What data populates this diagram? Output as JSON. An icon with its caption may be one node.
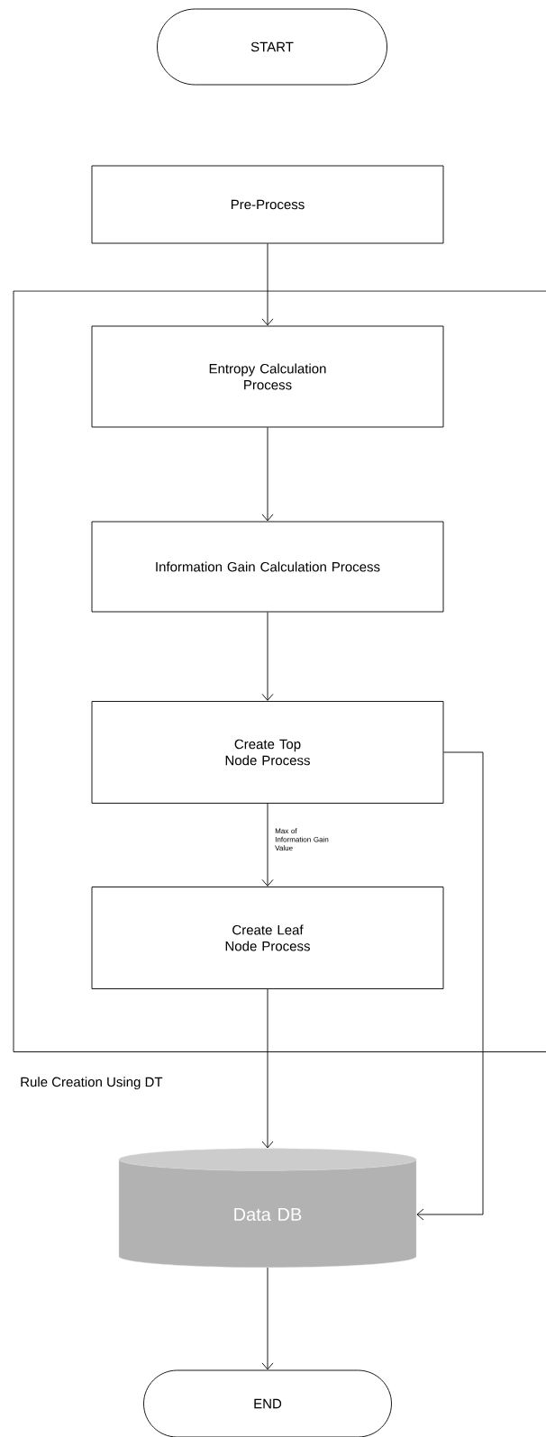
{
  "diagram": {
    "nodes": [
      {
        "text": [
          "START"
        ]
      },
      {
        "text": [
          "Pre-Process"
        ]
      },
      {
        "text": [
          "Rule Creation Using DT"
        ]
      },
      {
        "text": [
          "Entropy Calculation Process"
        ],
        "in": 2
      },
      {
        "text": [
          "Information Gain Calculation Process"
        ],
        "in": 2
      },
      {
        "text": [
          "Create Top Node Process"
        ],
        "in": 2
      },
      {
        "text": [
          "Create Leaf Node Process"
        ],
        "in": 2
      },
      {
        "text": [
          "Data DB"
        ]
      },
      {
        "text": [
          "END"
        ]
      }
    ],
    "edges": [
      {
        "from": 1,
        "to": 3,
        "arrow": "to"
      },
      {
        "from": 3,
        "to": 4,
        "arrow": "to"
      },
      {
        "from": 4,
        "to": 5,
        "arrow": "to"
      },
      {
        "from": 5,
        "to": 6,
        "arrow": "to",
        "label": "Max of Information Gain Value"
      },
      {
        "from": 6,
        "to": 7,
        "arrow": "to"
      },
      {
        "from": 5,
        "to": 7,
        "arrow": "to"
      },
      {
        "from": 7,
        "to": 8,
        "arrow": "to"
      }
    ]
  }
}
